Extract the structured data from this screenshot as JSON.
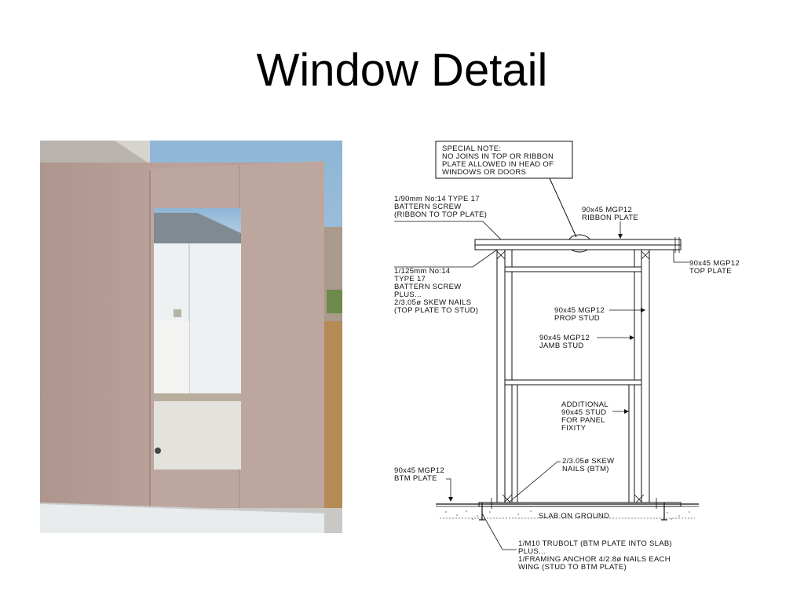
{
  "slide": {
    "title": "Window Detail"
  },
  "photo": {
    "icon": "framed-wall-panel-with-window-opening-photo"
  },
  "diagram": {
    "notes": {
      "special_note": [
        "SPECIAL NOTE:",
        "NO JOINS IN TOP OR RIBBON",
        "PLATE ALLOWED IN HEAD OF",
        "WINDOWS OR DOORS"
      ],
      "batten_screw": [
        "1/90mm No:14 TYPE 17",
        "BATTERN SCREW",
        "(RIBBON TO TOP PLATE)"
      ],
      "ribbon_plate": [
        "90x45 MGP12",
        "RIBBON PLATE"
      ],
      "top_plate": [
        "90x45 MGP12",
        "TOP PLATE"
      ],
      "stud_fixing": [
        "1/125mm No:14",
        "TYPE 17",
        "BATTERN SCREW",
        "PLUS...",
        "2/3.05ø SKEW NAILS",
        "(TOP PLATE TO STUD)"
      ],
      "prop_stud": [
        "90x45 MGP12",
        "PROP STUD"
      ],
      "jamb_stud": [
        "90x45 MGP12",
        "JAMB STUD"
      ],
      "additional_stud": [
        "ADDITIONAL",
        "90x45 STUD",
        "FOR PANEL",
        "FIXITY"
      ],
      "skew_nails": [
        "2/3.05ø SKEW",
        "NAILS (BTM)"
      ],
      "btm_plate": [
        "90x45 MGP12",
        "BTM PLATE"
      ],
      "slab": "SLAB ON GROUND",
      "anchor": [
        "1/M10 TRUBOLT (BTM PLATE INTO SLAB)",
        "PLUS...",
        "1/FRAMING ANCHOR 4/2.8ø NAILS EACH",
        "WING (STUD TO BTM PLATE)"
      ]
    }
  }
}
